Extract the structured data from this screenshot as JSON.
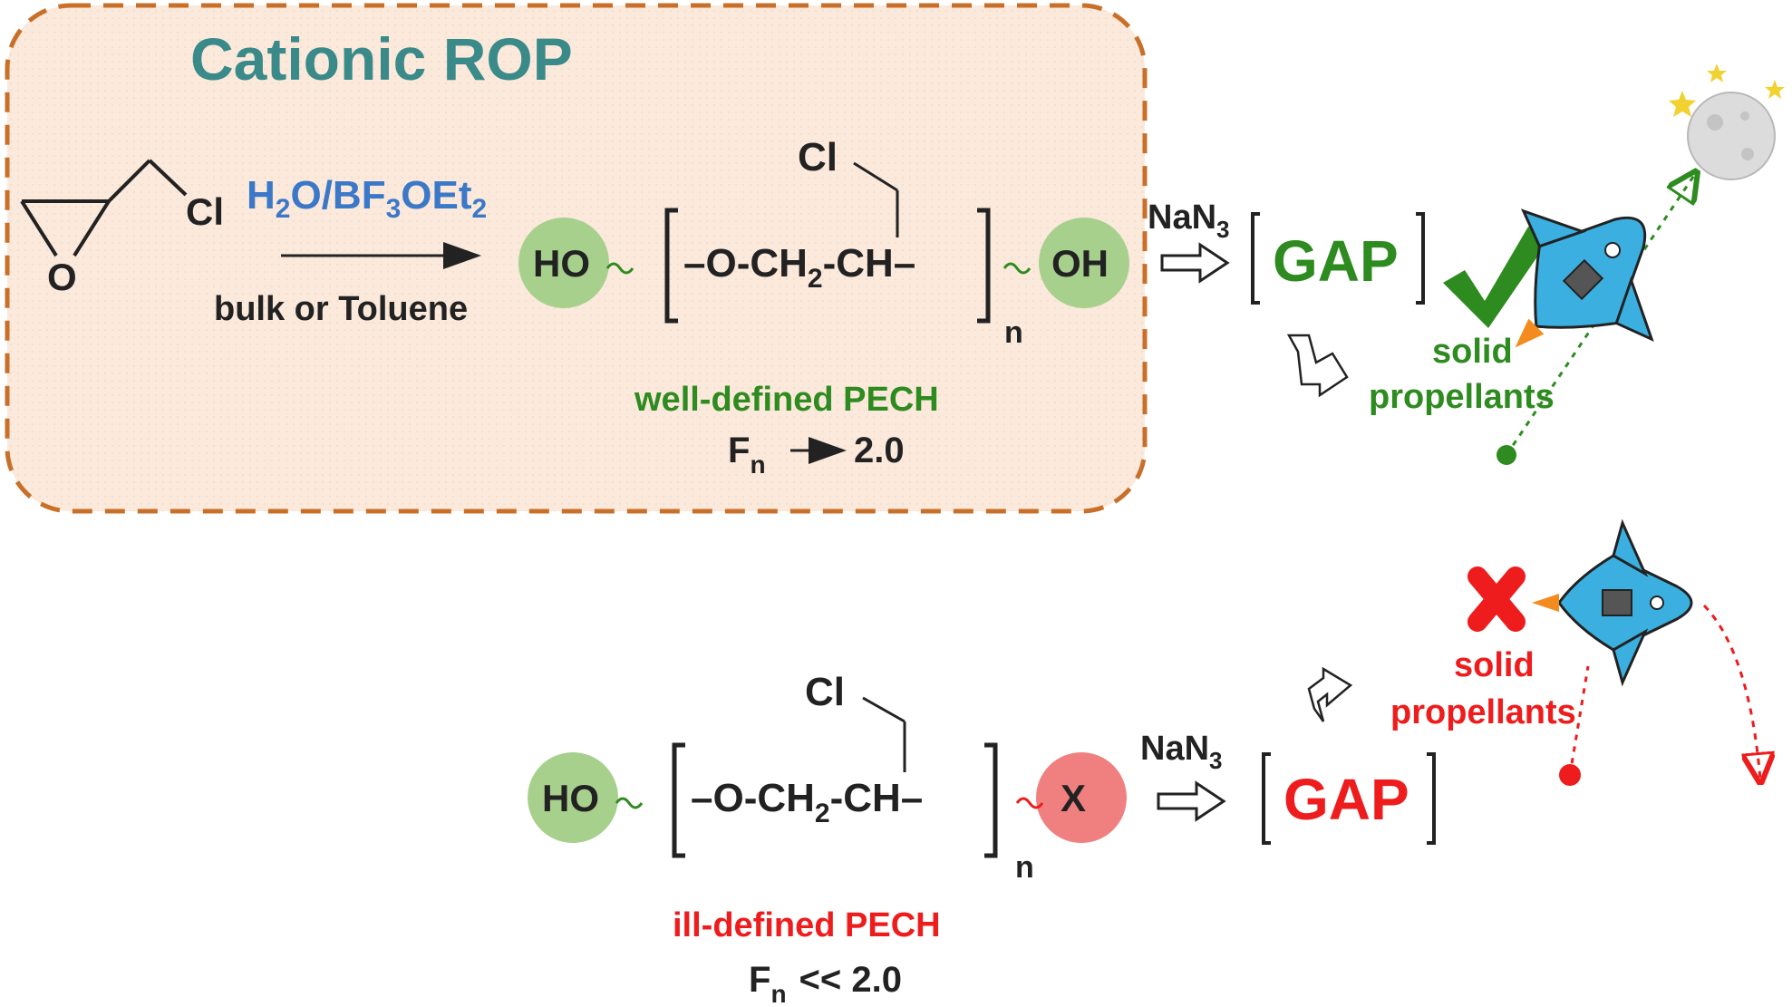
{
  "title": "Cationic ROP",
  "reaction": {
    "monomer_cl": "Cl",
    "monomer_o": "O",
    "catalyst_main": "H",
    "catalyst_sub1": "2",
    "catalyst_mid": "O/BF",
    "catalyst_sub2": "3",
    "catalyst_end": "OEt",
    "catalyst_sub3": "2",
    "solvent": "bulk or Toluene"
  },
  "top_polymer": {
    "end_left": "HO",
    "end_right": "OH",
    "pendant_cl": "Cl",
    "backbone_a": "–O-CH",
    "backbone_sub": "2",
    "backbone_b": "-CH–",
    "repeat_n": "n",
    "label": "well-defined PECH",
    "fn_main": "F",
    "fn_sub": "n",
    "fn_value": "2.0",
    "reagent_main": "NaN",
    "reagent_sub": "3",
    "product": "GAP",
    "outcome_line1": "solid",
    "outcome_line2": "propellants"
  },
  "bottom_polymer": {
    "end_left": "HO",
    "end_right": "X",
    "pendant_cl": "Cl",
    "backbone_a": "–O-CH",
    "backbone_sub": "2",
    "backbone_b": "-CH–",
    "repeat_n": "n",
    "label": "ill-defined PECH",
    "fn_main": "F",
    "fn_sub": "n",
    "fn_value": "<< 2.0",
    "reagent_main": "NaN",
    "reagent_sub": "3",
    "product": "GAP",
    "outcome_line1": "solid",
    "outcome_line2": "propellants"
  },
  "colors": {
    "title": "#3a8a8a",
    "catalyst": "#3b78c8",
    "box_border": "#c8702a",
    "box_fill": "#fbe9dc",
    "good": "#2e8b1f",
    "bad": "#ee1c1c",
    "hydroxyl_circle": "#a8d08d",
    "x_circle": "#f08080"
  }
}
